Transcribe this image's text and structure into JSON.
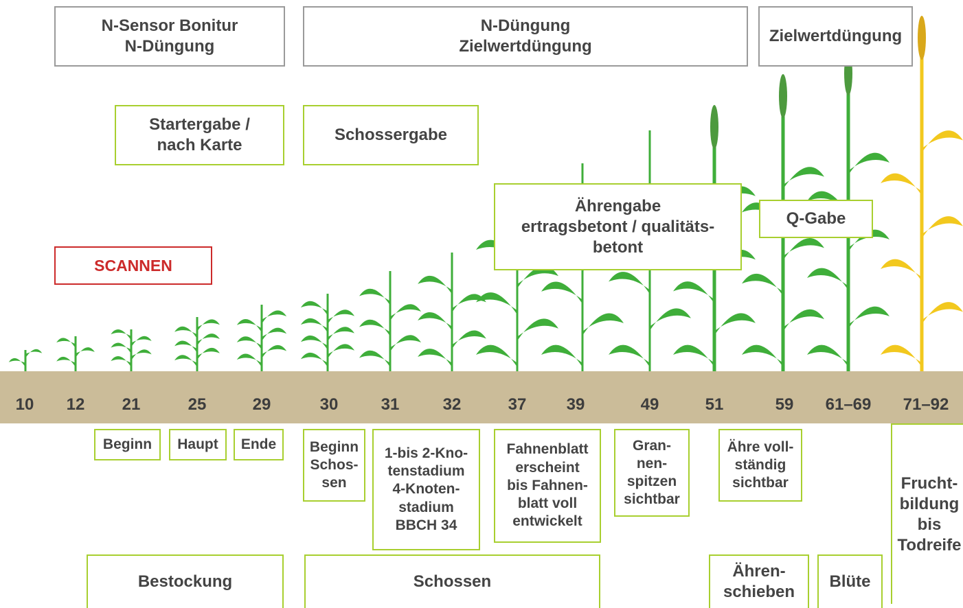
{
  "strategy_boxes": {
    "n_sensor": [
      "N-Sensor Bonitur",
      "N-Düngung"
    ],
    "n_duengung": [
      "N-Düngung",
      "Zielwertdüngung"
    ],
    "zielwert": [
      "Zielwertdüngung"
    ]
  },
  "application_boxes": {
    "startergabe": [
      "Startergabe /",
      "nach Karte"
    ],
    "schossergabe": [
      "Schossergabe"
    ],
    "aehrengabe": [
      "Ährengabe",
      "ertragsbetont / qualitäts-",
      "betont"
    ],
    "q_gabe": [
      "Q-Gabe"
    ],
    "scannen": [
      "SCANNEN"
    ]
  },
  "bbch_stages": [
    "10",
    "12",
    "21",
    "25",
    "29",
    "30",
    "31",
    "32",
    "37",
    "39",
    "49",
    "51",
    "59",
    "61–69",
    "71–92"
  ],
  "stage_details": {
    "beginn": [
      "Beginn"
    ],
    "haupt": [
      "Haupt"
    ],
    "ende": [
      "Ende"
    ],
    "beginn_schossen": [
      "Beginn",
      "Schos-",
      "sen"
    ],
    "knoten": [
      "1-bis 2-Kno-",
      "tenstadium",
      "4-Knoten-",
      "stadium",
      "BBCH 34"
    ],
    "fahnenblatt": [
      "Fahnenblatt",
      "erscheint",
      "bis Fahnen-",
      "blatt voll",
      "entwickelt"
    ],
    "grannen": [
      "Gran-",
      "nen-",
      "spitzen",
      "sichtbar"
    ],
    "aehre": [
      "Ähre voll-",
      "ständig",
      "sichtbar"
    ],
    "fruchtbildung": [
      "Frucht-",
      "bildung",
      "bis",
      "Todreife"
    ]
  },
  "phases": {
    "bestockung": [
      "Bestockung"
    ],
    "schossen": [
      "Schossen"
    ],
    "aehrenschieben": [
      "Ähren-",
      "schieben"
    ],
    "bluete": [
      "Blüte"
    ]
  },
  "colors": {
    "leaf": "#3fae3a",
    "ripe": "#f2c81e",
    "ground": "#cbbc99",
    "frame_green": "#a8cf2f",
    "frame_gray": "#9a9a9a",
    "scan_red": "#cc2a2a"
  }
}
